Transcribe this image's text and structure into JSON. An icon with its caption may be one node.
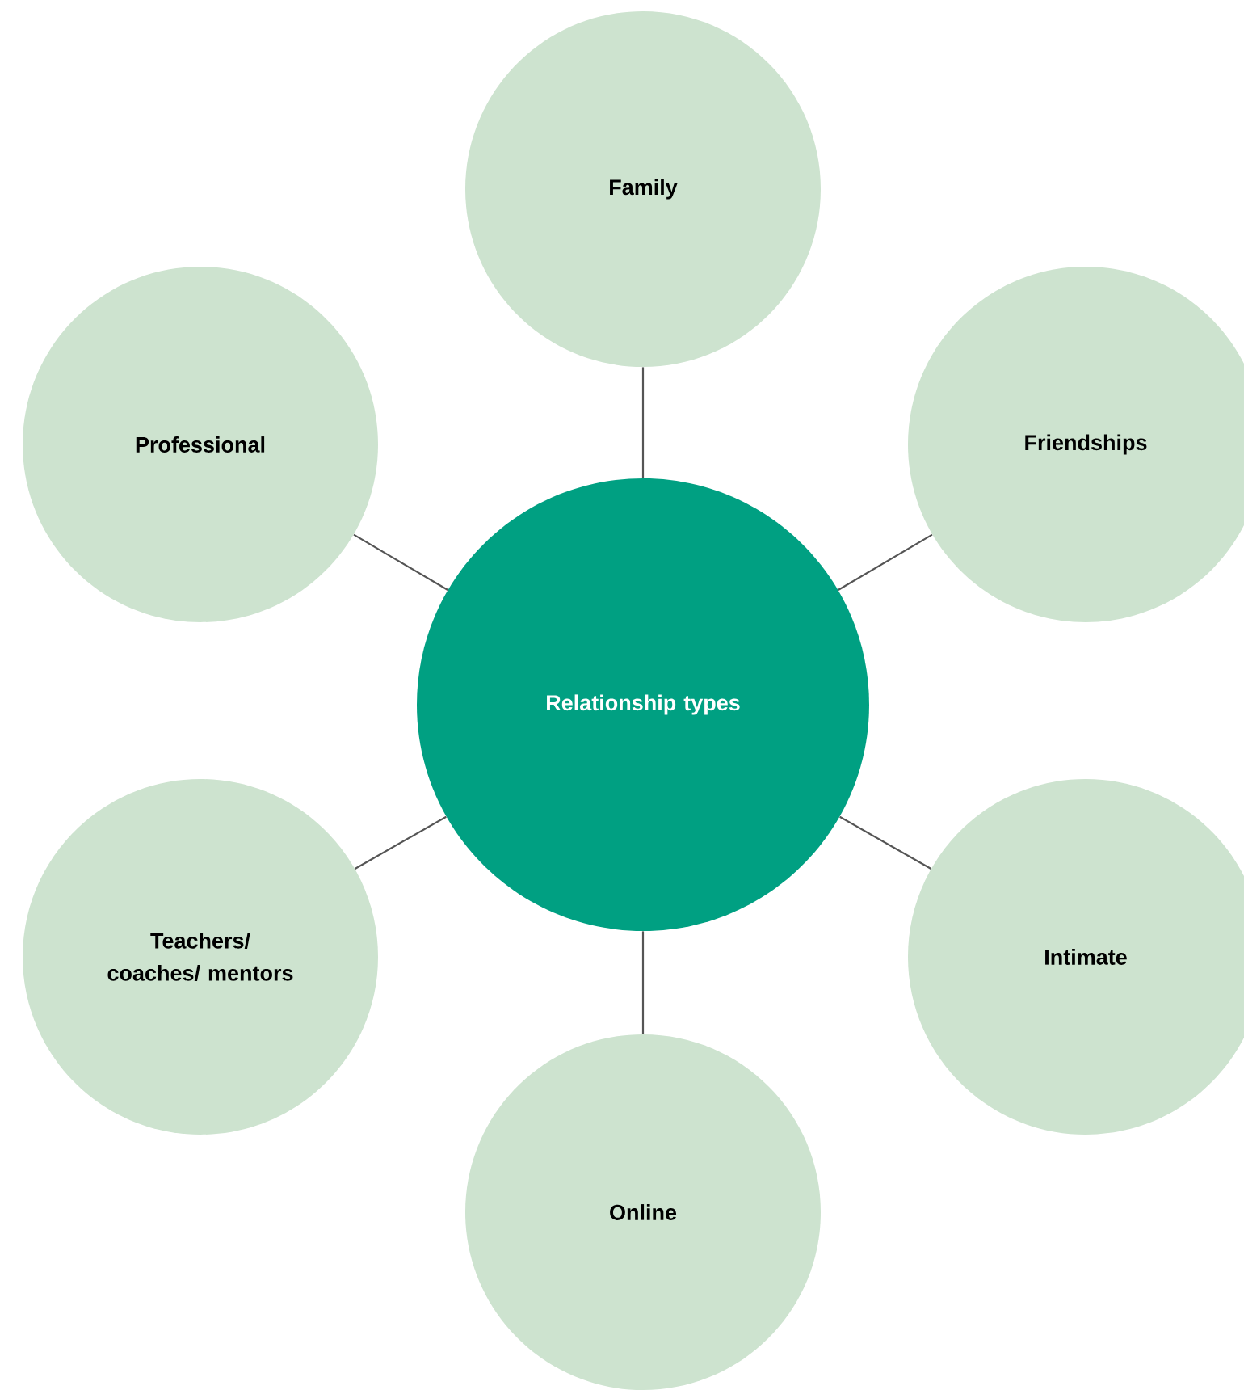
{
  "diagram": {
    "nodes": [
      {
        "text": [
          "Family"
        ]
      },
      {
        "text": [
          "Professional"
        ]
      },
      {
        "text": [
          "Friendships"
        ]
      },
      {
        "text": [
          "Relationship types"
        ]
      },
      {
        "text": [
          "Teachers/ coaches/ mentors"
        ]
      },
      {
        "text": [
          "Intimate"
        ]
      },
      {
        "text": [
          "Online"
        ]
      }
    ],
    "edges": [
      {
        "from": 3,
        "to": 0,
        "arrow": "none"
      },
      {
        "from": 3,
        "to": 1,
        "arrow": "none"
      },
      {
        "from": 3,
        "to": 2,
        "arrow": "none"
      },
      {
        "from": 3,
        "to": 4,
        "arrow": "none"
      },
      {
        "from": 3,
        "to": 5,
        "arrow": "none"
      },
      {
        "from": 3,
        "to": 6,
        "arrow": "none"
      }
    ]
  }
}
